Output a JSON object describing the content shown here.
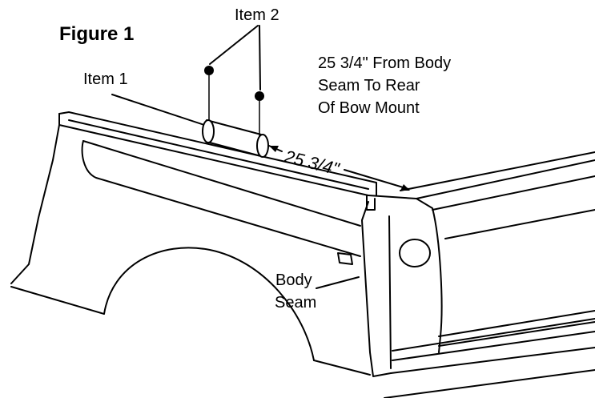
{
  "figure": {
    "title": "Figure 1",
    "labels": {
      "item1": "Item 1",
      "item2": "Item 2",
      "note_line1": "25 3/4\" From Body",
      "note_line2": "Seam To Rear",
      "note_line3": "Of Bow Mount",
      "dimension": "25 3/4\"",
      "body": "Body",
      "seam": "Seam"
    }
  }
}
